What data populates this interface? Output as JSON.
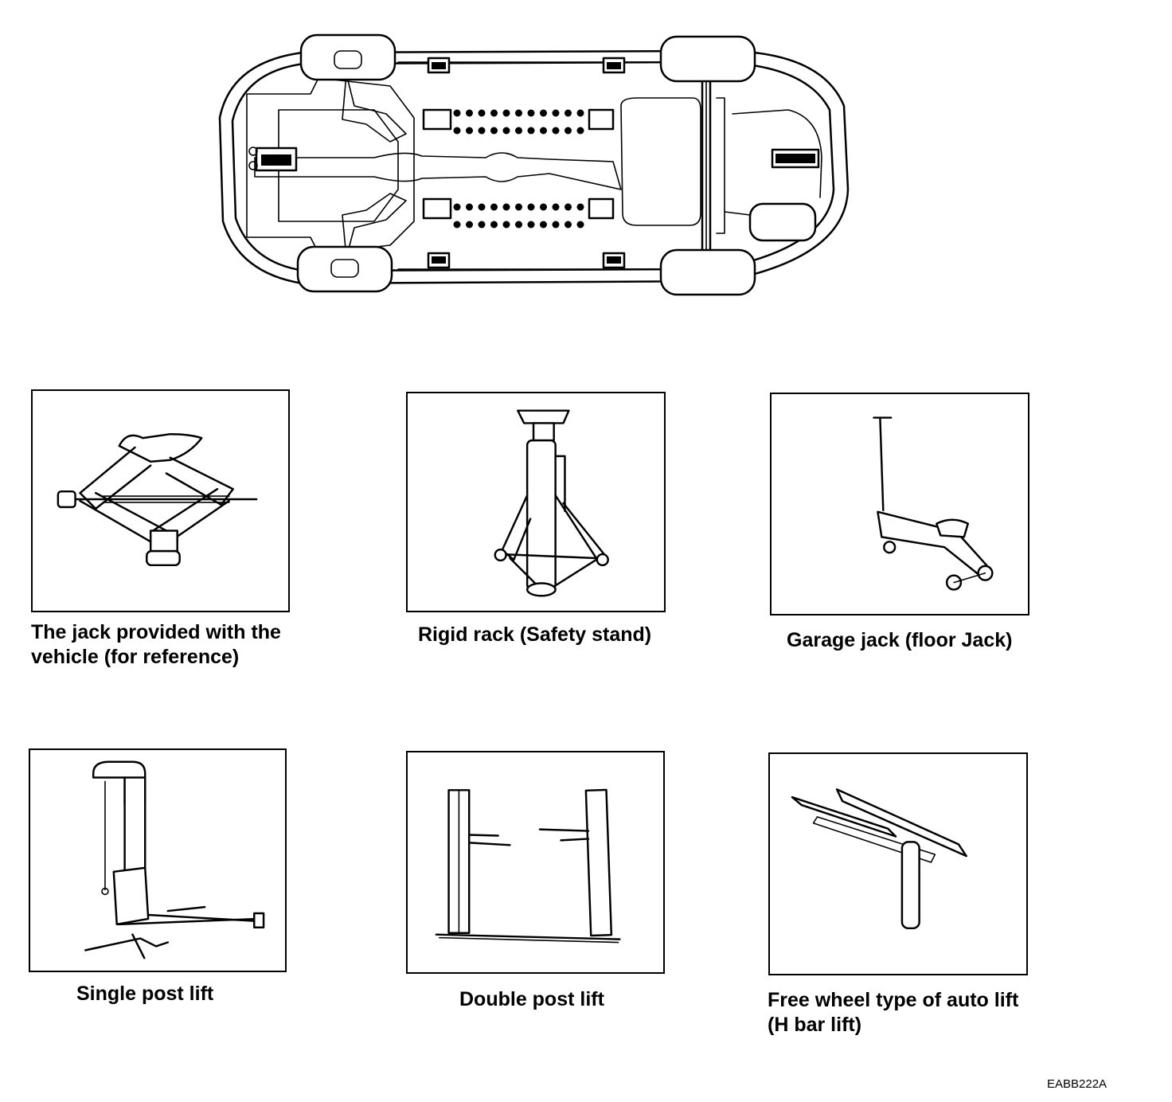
{
  "captions": {
    "jack": "The jack provided with the\nvehicle (for reference)",
    "rigid_rack": "Rigid rack (Safety stand)",
    "garage_jack": "Garage jack (floor Jack)",
    "single_post": "Single post lift",
    "double_post": "Double post lift",
    "h_bar": "Free wheel type of auto lift\n(H bar lift)"
  },
  "figure_code": "EABB222A"
}
